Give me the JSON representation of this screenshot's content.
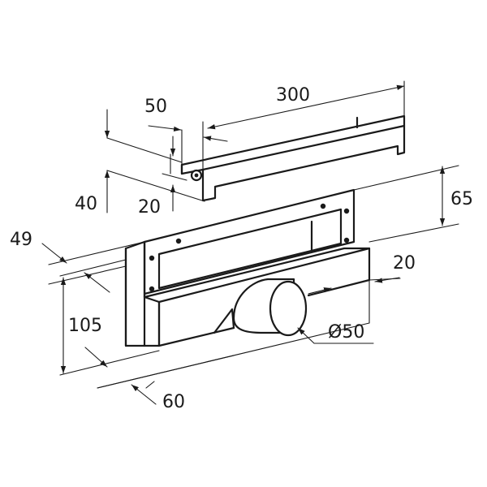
{
  "drawing": {
    "dimensions": {
      "len_300": "300",
      "len_50": "50",
      "len_40": "40",
      "len_20_small": "20",
      "len_65": "65",
      "len_20_right": "20",
      "len_49": "49",
      "len_105": "105",
      "len_60": "60",
      "diam_50": "Ø50"
    },
    "colors": {
      "line": "#1a1a1a",
      "background": "#ffffff"
    }
  }
}
